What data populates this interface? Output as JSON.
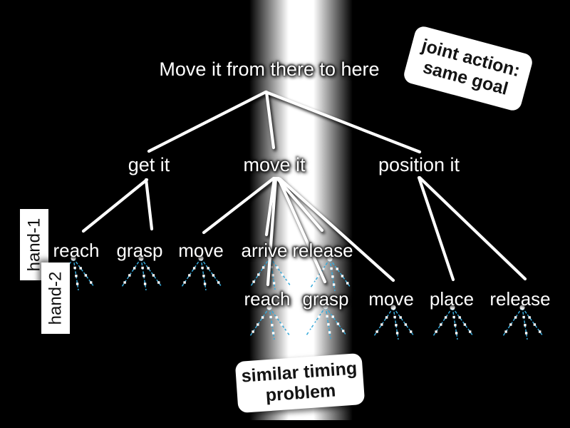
{
  "slide": {
    "title": "Move it from there to here",
    "nodes": {
      "get_it": "get it",
      "move_it": "move it",
      "position_it": "position it"
    },
    "hand1": {
      "label": "hand-1",
      "actions": [
        "reach",
        "grasp",
        "move",
        "arrive",
        "release"
      ]
    },
    "hand2": {
      "label": "hand-2",
      "actions": [
        "reach",
        "grasp",
        "move",
        "place",
        "release"
      ]
    },
    "callouts": {
      "joint_action": {
        "line1": "joint action:",
        "line2": "same goal"
      },
      "timing": {
        "line1": "similar timing",
        "line2": "problem"
      }
    },
    "colors": {
      "background": "#000000",
      "label_text": "#ffffff",
      "connector": "#ffffff",
      "beam": "#ffffff",
      "callout_bg": "#ffffff",
      "callout_text": "#141414",
      "glyph_line": "#35a9da",
      "glyph_marker": "#ffffff"
    }
  }
}
